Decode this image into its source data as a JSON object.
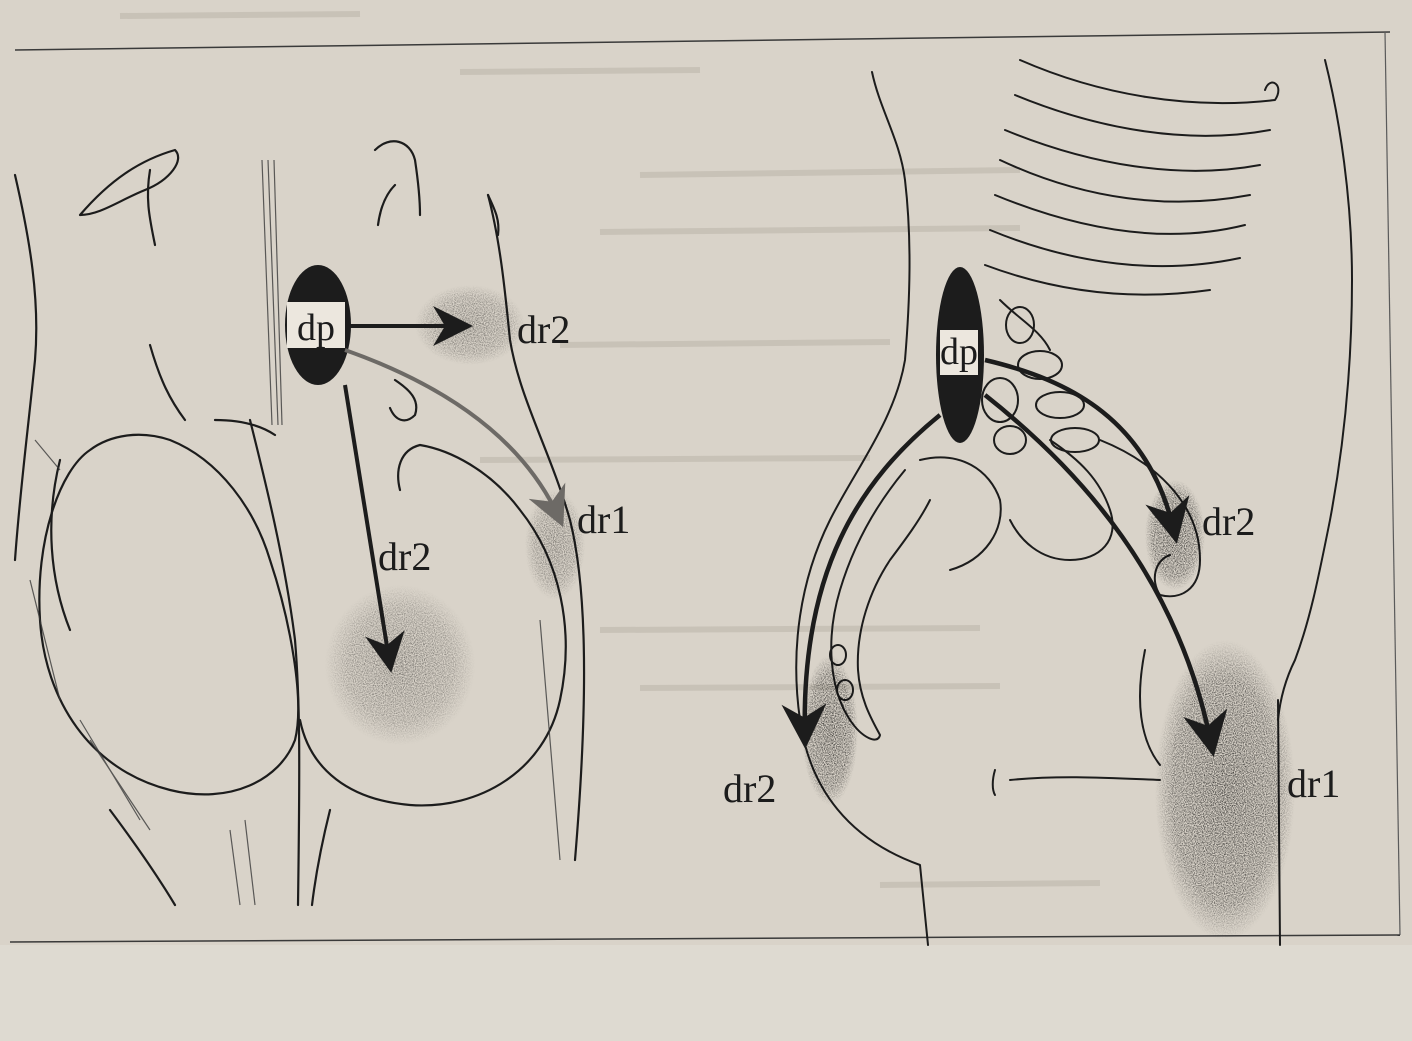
{
  "figure": {
    "colors": {
      "paper": "#d9d3c9",
      "ink": "#1c1c1c",
      "pain_zone": "#8a8580",
      "pain_zone_dark": "#2e2e2e"
    },
    "back_view": {
      "dp_label": "dp",
      "arrow_right_label": "dr2",
      "arrow_curved_label": "dr1",
      "arrow_down_label": "dr2"
    },
    "side_view": {
      "dp_label": "dp",
      "arrow_upper_label": "dr2",
      "arrow_left_label": "dr2",
      "arrow_right_label": "dr1"
    }
  }
}
